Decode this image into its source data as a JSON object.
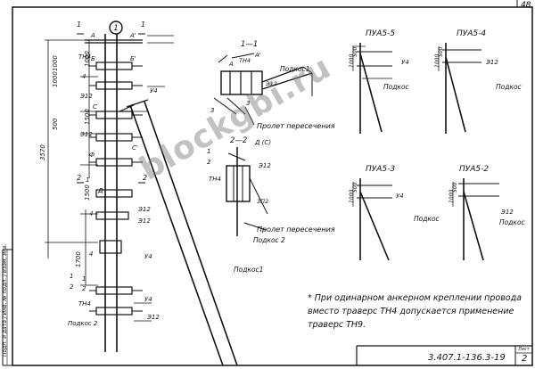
{
  "header": {
    "page_number": "48",
    "sheet_label": "Лист",
    "sheet_number": "2",
    "doc_code": "3.407.1-136.3-19"
  },
  "side_stamp": "Подп. и дата / Инв. № подл. / Взам. инв.",
  "watermark": "blockgbi.ru",
  "main_view": {
    "marker": "1",
    "sections": [
      "1",
      "1",
      "2",
      "2"
    ],
    "labels": [
      "А",
      "А'",
      "Б",
      "Б'",
      "С",
      "С'",
      "Д",
      "Ф",
      "ТН4",
      "ТН4",
      "Э12",
      "Э12",
      "Э12",
      "Э12",
      "Э12",
      "У4",
      "У4",
      "У4",
      "4",
      "4",
      "4",
      "1",
      "1",
      "2",
      "Подкос 2",
      "Подкос1"
    ],
    "dims": [
      "1000",
      "1000",
      "500",
      "1000",
      "3570",
      "1500",
      "1500",
      "1700"
    ],
    "scale_marks": [
      "1",
      "2"
    ]
  },
  "section_1_1": {
    "title": "1—1",
    "labels": [
      "А",
      "А'",
      "ТН4",
      "3",
      "Подкос1",
      "Э12",
      "3"
    ],
    "crossing": "Пролет пересечения"
  },
  "section_2_2": {
    "title": "2—2",
    "labels": [
      "Д (С)",
      "Э12",
      "1",
      "2",
      "ТН4",
      "3П2",
      "Подкос 2"
    ],
    "crossing": "Пролет пересечения"
  },
  "variants": [
    {
      "title": "ПУА5-5",
      "brace": "Подкос",
      "dims": [
        "1000",
        "500"
      ],
      "tag": "У4"
    },
    {
      "title": "ПУА5-4",
      "brace": "Подкос",
      "dims": [
        "1000",
        "500"
      ],
      "tag": "Э12"
    },
    {
      "title": "ПУА5-3",
      "brace": "Подкос",
      "dims": [
        "1000",
        "500"
      ],
      "tag": "У4"
    },
    {
      "title": "ПУА5-2",
      "brace": "Подкос",
      "dims": [
        "1000",
        "500"
      ],
      "tag": "Э12"
    }
  ],
  "note": "* При одинарном анкерном креплении провода вместо траверс ТН4 допускается применение траверс ТН9."
}
